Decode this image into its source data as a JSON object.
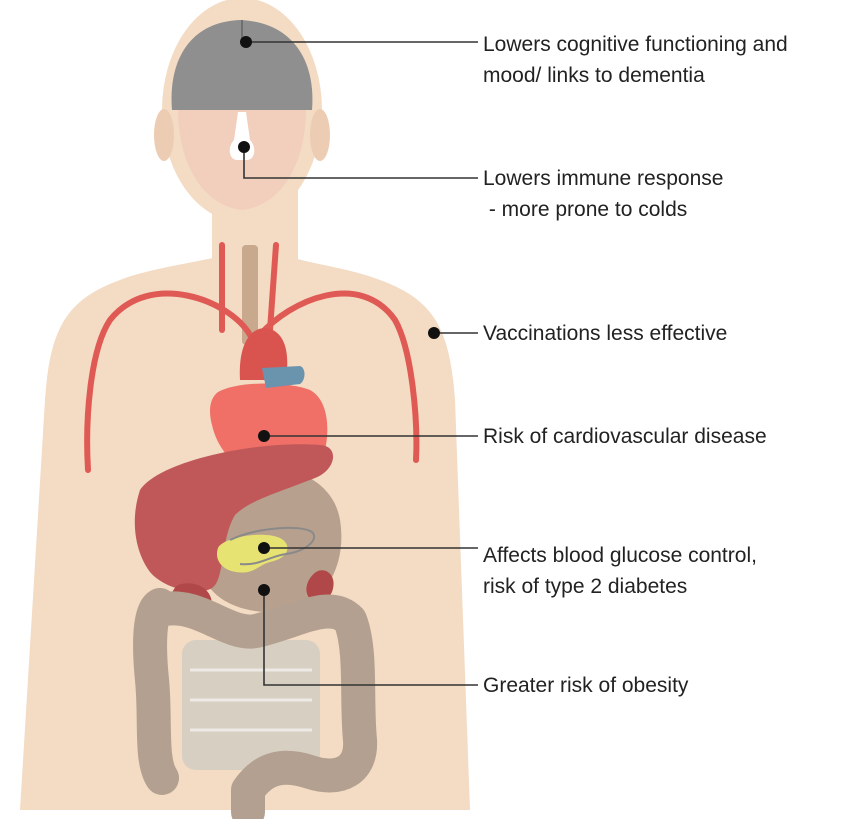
{
  "colors": {
    "skin": "#f3dbc4",
    "skin_shadow": "#eccdb3",
    "face": "#f2cfbd",
    "brain": "#8f8f8f",
    "artery": "#e05a55",
    "heart": "#f07067",
    "heart_dark": "#d9534f",
    "vein_blue": "#6a93ad",
    "liver": "#c0585a",
    "liver_dark": "#b04748",
    "stomach": "#b8a08e",
    "pancreas": "#e6e372",
    "intestine": "#b3a090",
    "small_intestine": "#d8cfc3",
    "trachea": "#c9a98e",
    "leader_line": "#333333",
    "dot": "#111111"
  },
  "callouts": [
    {
      "id": "brain",
      "lines": [
        "Lowers cognitive functioning and",
        "mood/ links to dementia"
      ]
    },
    {
      "id": "immune",
      "lines": [
        "Lowers immune response",
        " - more prone to colds"
      ]
    },
    {
      "id": "vaccine",
      "lines": [
        "Vaccinations less effective"
      ]
    },
    {
      "id": "heart",
      "lines": [
        "Risk of cardiovascular disease"
      ]
    },
    {
      "id": "glucose",
      "lines": [
        "Affects blood glucose control,",
        "risk of type 2 diabetes"
      ]
    },
    {
      "id": "obesity",
      "lines": [
        "Greater risk of obesity"
      ]
    }
  ]
}
